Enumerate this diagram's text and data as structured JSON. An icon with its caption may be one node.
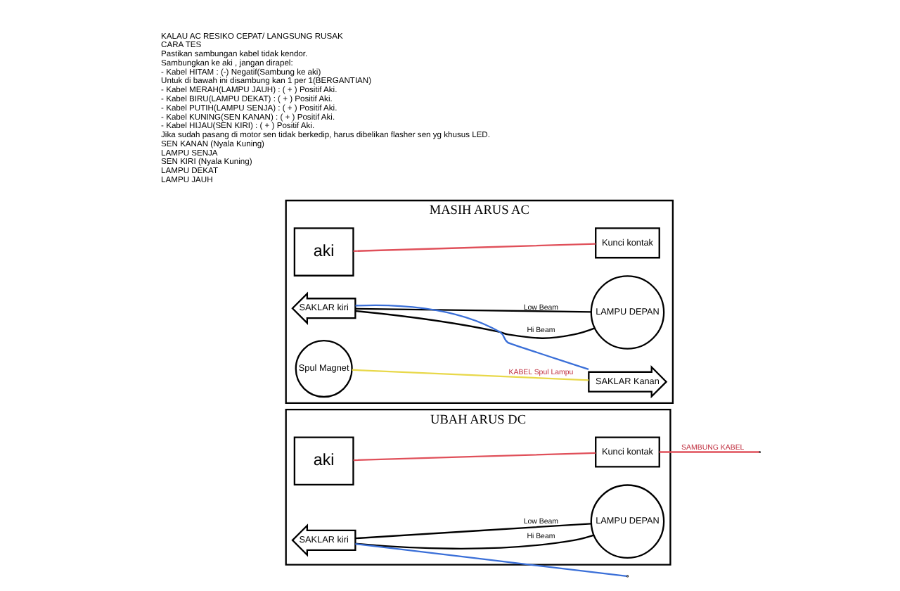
{
  "diagram": {
    "nodes": [
      {
        "text": [
          "MASIH ARUS AC"
        ]
      },
      {
        "text": [
          "aki"
        ],
        "in": 0
      },
      {
        "text": [
          "Kunci kontak"
        ],
        "in": 0
      },
      {
        "text": [
          "SAKLAR kiri"
        ],
        "in": 0
      },
      {
        "text": [
          "LAMPU DEPAN"
        ],
        "in": 0
      },
      {
        "text": [
          "Spul Magnet"
        ],
        "in": 0
      },
      {
        "text": [
          "SAKLAR Kanan"
        ],
        "in": 0
      },
      {
        "text": [
          "UBAH ARUS DC"
        ]
      },
      {
        "text": [
          "aki"
        ],
        "in": 7
      },
      {
        "text": [
          "Kunci kontak"
        ],
        "in": 7
      },
      {
        "text": [
          "SAKLAR kiri"
        ],
        "in": 7
      },
      {
        "text": [
          "LAMPU DEPAN"
        ],
        "in": 7
      }
    ],
    "edges": [
      {
        "from": 1,
        "to": 2,
        "arrow": "none",
        "color": "#e0505a"
      },
      {
        "from": 3,
        "to": 4,
        "arrow": "none",
        "label": "Hi Beam"
      },
      {
        "from": 3,
        "to": 4,
        "arrow": "none",
        "label": "Low Beam"
      },
      {
        "from": 3,
        "to": 6,
        "arrow": "none",
        "color": "#3a6fd8"
      },
      {
        "from": 5,
        "to": 6,
        "arrow": "none",
        "label": "KABEL Spul Lampu",
        "color": "#e8d84a"
      },
      {
        "from": 8,
        "to": 9,
        "arrow": "none",
        "color": "#e0505a"
      },
      {
        "from": 9,
        "to": null,
        "arrow": "none",
        "label": "SAMBUNG KABEL",
        "color": "#e0505a"
      },
      {
        "from": 10,
        "to": 11,
        "arrow": "none",
        "label": "Hi Beam"
      },
      {
        "from": 10,
        "to": 11,
        "arrow": "none",
        "label": "Low Beam"
      },
      {
        "from": 10,
        "to": null,
        "arrow": "none",
        "color": "#3a6fd8"
      }
    ],
    "labels": [
      "KALAU AC RESIKO CEPAT/ LANGSUNG RUSAK",
      "CARA TES",
      "Pastikan sambungan kabel tidak kendor.",
      "Sambungkan ke aki , jangan dirapel:",
      "- Kabel HITAM : (-) Negatif(Sambung ke aki)",
      "Untuk di bawah ini disambung kan 1 per 1(BERGANTIAN)",
      "- Kabel MERAH(LAMPU JAUH) : ( + ) Positif Aki.",
      "- Kabel BIRU(LAMPU DEKAT) : ( + ) Positif Aki.",
      "- Kabel PUTIH(LAMPU SENJA) : ( + ) Positif Aki.",
      "- Kabel KUNING(SEN KANAN) : ( + ) Positif Aki.",
      "- Kabel HIJAU(SEN KIRI) : ( + ) Positif Aki.",
      "Jika sudah pasang di motor sen tidak berkedip, harus dibelikan flasher sen yg khusus LED.",
      "SEN KANAN (Nyala Kuning)",
      "LAMPU SENJA",
      "SEN KIRI (Nyala Kuning)",
      "LAMPU DEKAT",
      "LAMPU JAUH"
    ]
  }
}
